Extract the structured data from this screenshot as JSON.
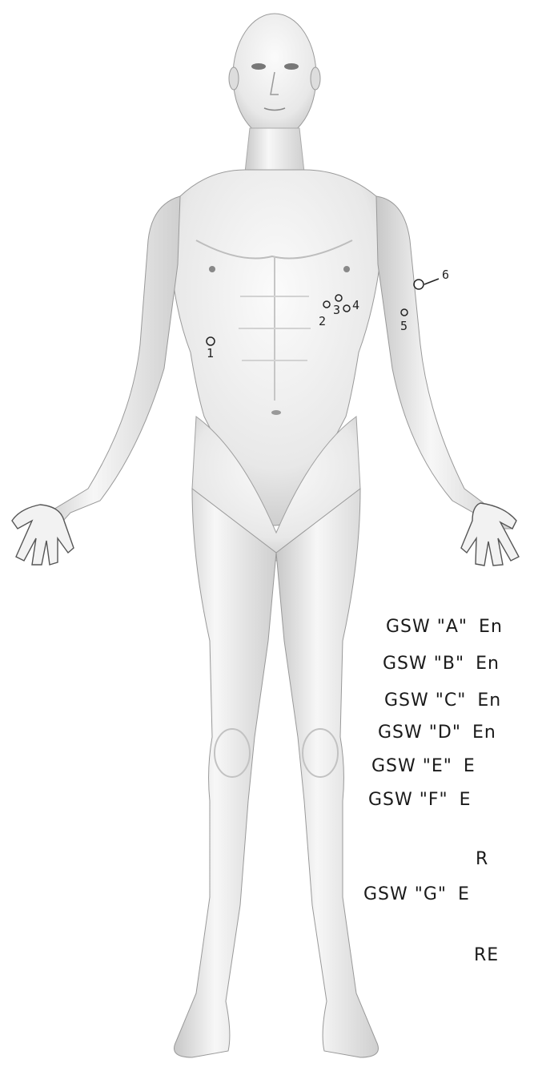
{
  "wound_marks": [
    "1",
    "2",
    "3",
    "4",
    "5",
    "6"
  ],
  "legend": [
    {
      "code": "GSW \"A\"",
      "desc": "En"
    },
    {
      "code": "GSW \"B\"",
      "desc": "En"
    },
    {
      "code": "GSW \"C\"",
      "desc": "En"
    },
    {
      "code": "GSW \"D\"",
      "desc": "En"
    },
    {
      "code": "GSW \"E\"",
      "desc": "E"
    },
    {
      "code": "GSW \"F\"",
      "desc": "E"
    },
    {
      "code": "",
      "desc": "R"
    },
    {
      "code": "GSW \"G\"",
      "desc": "E"
    },
    {
      "code": "",
      "desc": "RE"
    }
  ],
  "colors": {
    "ink": "#222222",
    "skin_light": "#f1f1f1",
    "skin_shadow": "#c9c9c9",
    "outline": "#8a8a8a"
  }
}
